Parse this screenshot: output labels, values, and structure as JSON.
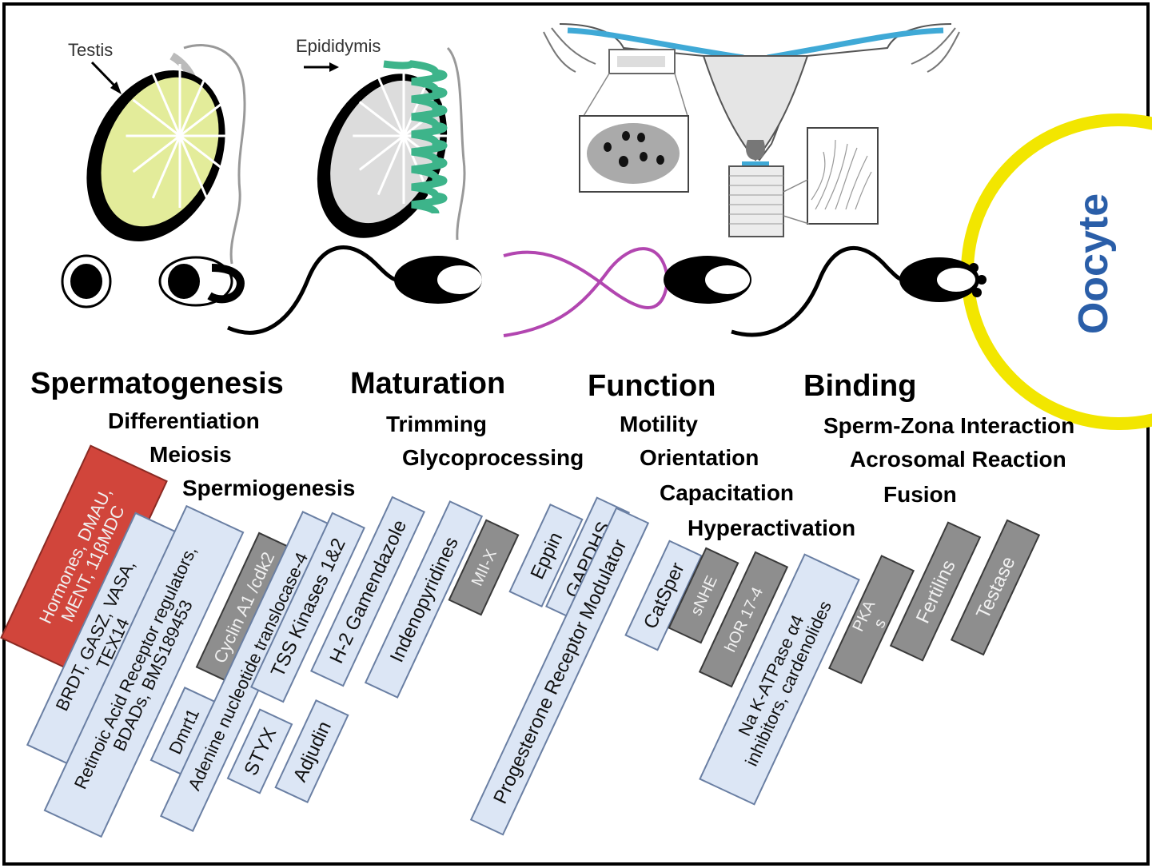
{
  "anatomy": {
    "testis_label": "Testis",
    "epididymis_label": "Epididymis"
  },
  "oocyte": {
    "label": "Oocyte",
    "ring_color": "#f2e600",
    "label_color": "#2a5ea8"
  },
  "stages": [
    {
      "title": "Spermatogenesis",
      "processes": [
        "Differentiation",
        "Meiosis",
        "Spermiogenesis"
      ]
    },
    {
      "title": "Maturation",
      "processes": [
        "Trimming",
        "Glycoprocessing"
      ]
    },
    {
      "title": "Function",
      "processes": [
        "Motility",
        "Orientation",
        "Capacitation",
        "Hyperactivation"
      ]
    },
    {
      "title": "Binding",
      "processes": [
        "Sperm-Zona Interaction",
        "Acrosomal Reaction",
        "Fusion"
      ]
    }
  ],
  "targets": [
    {
      "lines": [
        "Hormones, DMAU,",
        "MENT, 11βMDC"
      ],
      "kind": "red"
    },
    {
      "lines": [
        "BRDT, GASZ, VASA,",
        "TEX14"
      ],
      "kind": "light"
    },
    {
      "lines": [
        "Retinoic Acid Receptor regulators,",
        "BDADs, BMS189453"
      ],
      "kind": "light"
    },
    {
      "lines": [
        "Cyclin A1 /cdk2"
      ],
      "kind": "dark"
    },
    {
      "lines": [
        "Dmrt1"
      ],
      "kind": "light"
    },
    {
      "lines": [
        "Adenine nucleotide translocase-4"
      ],
      "kind": "light"
    },
    {
      "lines": [
        "STYX"
      ],
      "kind": "light"
    },
    {
      "lines": [
        "TSS Kinases 1&2"
      ],
      "kind": "light"
    },
    {
      "lines": [
        "Adjudin"
      ],
      "kind": "light"
    },
    {
      "lines": [
        "H-2 Gamendazole"
      ],
      "kind": "light"
    },
    {
      "lines": [
        "Indenopyridines"
      ],
      "kind": "light"
    },
    {
      "lines": [
        "MII-X"
      ],
      "kind": "dark"
    },
    {
      "lines": [
        "Eppin"
      ],
      "kind": "light"
    },
    {
      "lines": [
        "GAPDHS"
      ],
      "kind": "light"
    },
    {
      "lines": [
        "Progesterone Receptor Modulator"
      ],
      "kind": "light"
    },
    {
      "lines": [
        "CatSper"
      ],
      "kind": "light"
    },
    {
      "lines": [
        "sNHE"
      ],
      "kind": "dark"
    },
    {
      "lines": [
        "hOR 17-4"
      ],
      "kind": "dark"
    },
    {
      "lines": [
        "Na K-ATPase α4",
        "inhibitors, cardenolides"
      ],
      "kind": "light"
    },
    {
      "lines": [
        "PKA",
        "s"
      ],
      "kind": "dark"
    },
    {
      "lines": [
        "Fertilins"
      ],
      "kind": "dark"
    },
    {
      "lines": [
        "Testase"
      ],
      "kind": "dark"
    }
  ],
  "colors": {
    "light_fill": "#dce6f5",
    "light_stroke": "#6a7fa3",
    "dark_fill": "#8e8e8e",
    "dark_stroke": "#3a3a3a",
    "red_fill": "#d1453b",
    "red_stroke": "#8a2a23",
    "tract_blue": "#3fa9d6",
    "testis_yellow": "#e3ec9a",
    "epid_green": "#3db48a",
    "flagellum_purple": "#b246b0"
  }
}
